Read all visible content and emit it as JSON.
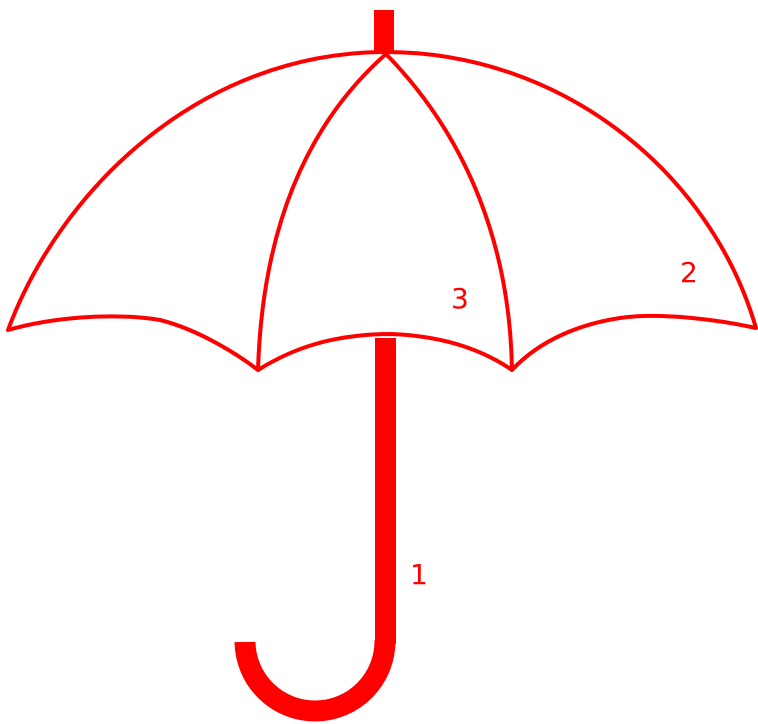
{
  "diagram": {
    "stroke_color": "#ff0000",
    "fill_color": "#ffffff",
    "labels": {
      "handle": "1",
      "outer_panel": "2",
      "inner_panel": "3"
    }
  }
}
